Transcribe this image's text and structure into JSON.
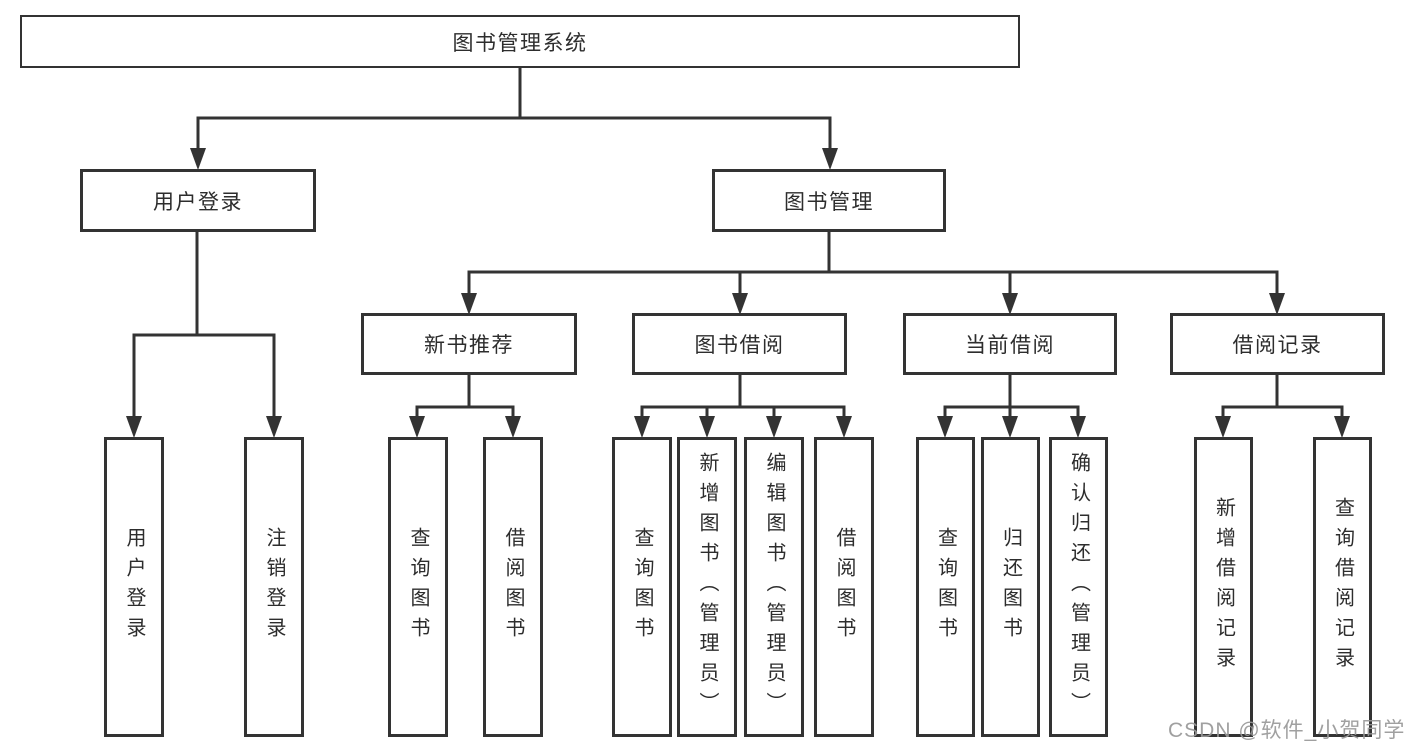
{
  "diagram": {
    "title": "图书管理系统",
    "root": {
      "label": "图书管理系统"
    },
    "level2": [
      {
        "label": "用户登录"
      },
      {
        "label": "图书管理"
      }
    ],
    "level3": [
      {
        "label": "新书推荐",
        "parent": "图书管理"
      },
      {
        "label": "图书借阅",
        "parent": "图书管理"
      },
      {
        "label": "当前借阅",
        "parent": "图书管理"
      },
      {
        "label": "借阅记录",
        "parent": "图书管理"
      }
    ],
    "leaves": [
      {
        "label": "用户登录",
        "parent": "用户登录"
      },
      {
        "label": "注销登录",
        "parent": "用户登录"
      },
      {
        "label": "查询图书",
        "parent": "新书推荐"
      },
      {
        "label": "借阅图书",
        "parent": "新书推荐"
      },
      {
        "label": "查询图书",
        "parent": "图书借阅"
      },
      {
        "label": "新增图书（管理员）",
        "parent": "图书借阅"
      },
      {
        "label": "编辑图书（管理员）",
        "parent": "图书借阅"
      },
      {
        "label": "借阅图书",
        "parent": "图书借阅"
      },
      {
        "label": "查询图书",
        "parent": "当前借阅"
      },
      {
        "label": "归还图书",
        "parent": "当前借阅"
      },
      {
        "label": "确认归还（管理员）",
        "parent": "当前借阅"
      },
      {
        "label": "新增借阅记录",
        "parent": "借阅记录"
      },
      {
        "label": "查询借阅记录",
        "parent": "借阅记录"
      }
    ],
    "colors": {
      "line": "#333333",
      "text": "#2d2d2d",
      "background": "#ffffff",
      "watermark": "#989898"
    }
  },
  "watermark": {
    "text": "CSDN @软件_小贺同学"
  }
}
